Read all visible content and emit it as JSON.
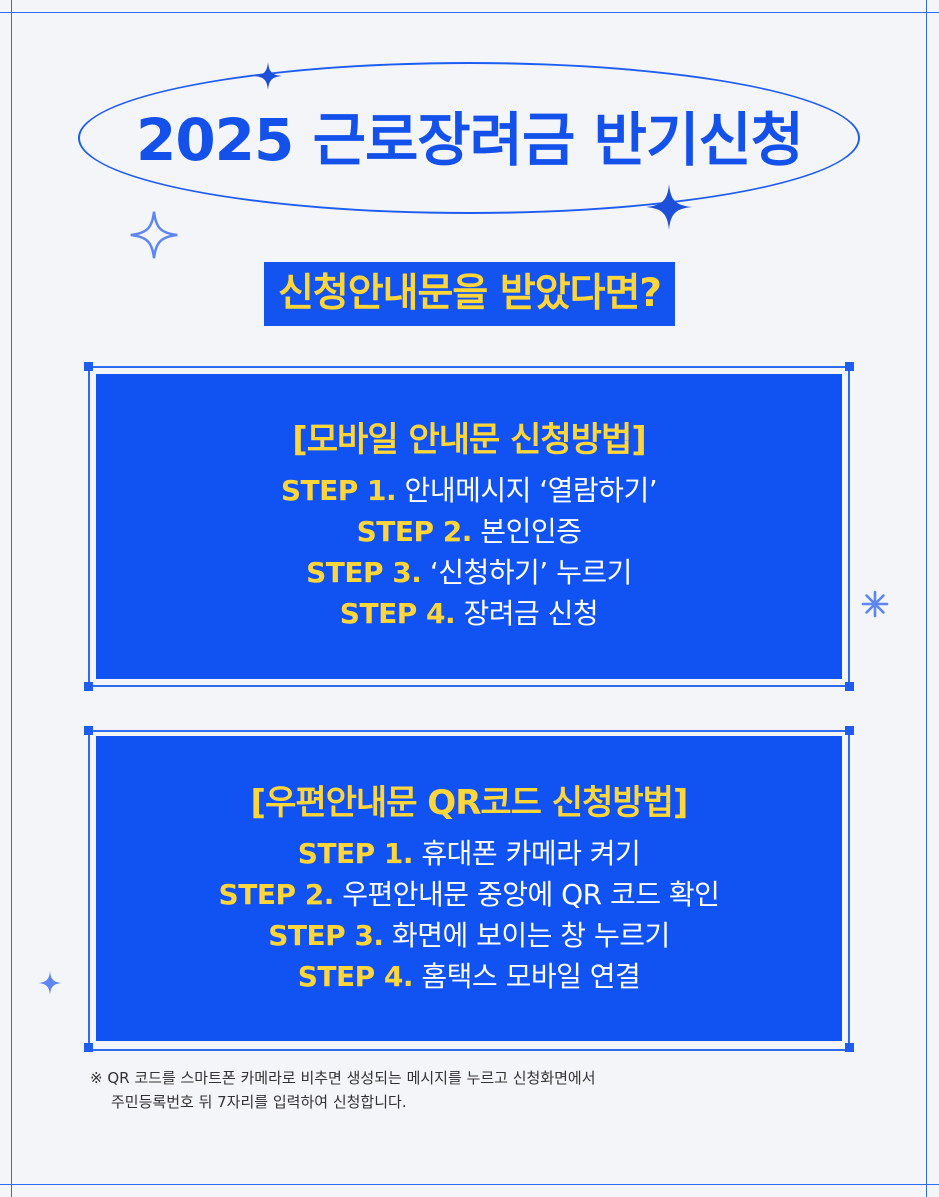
{
  "title": "2025 근로장려금 반기신청",
  "subtitle": "신청안내문을 받았다면?",
  "mobile": {
    "heading": "[모바일 안내문 신청방법]",
    "steps": [
      {
        "label": "STEP 1.",
        "text": " 안내메시지 ‘열람하기’"
      },
      {
        "label": "STEP 2.",
        "text": " 본인인증"
      },
      {
        "label": "STEP 3.",
        "text": " ‘신청하기’ 누르기"
      },
      {
        "label": "STEP 4.",
        "text": " 장려금 신청"
      }
    ]
  },
  "postal": {
    "heading": "[우편안내문 QR코드 신청방법]",
    "steps": [
      {
        "label": "STEP 1.",
        "text": " 휴대폰 카메라 켜기"
      },
      {
        "label": "STEP 2.",
        "text": " 우편안내문 중앙에 QR 코드 확인"
      },
      {
        "label": "STEP 3.",
        "text": " 화면에 보이는 창 누르기"
      },
      {
        "label": "STEP 4.",
        "text": " 홈택스 모바일 연결"
      }
    ]
  },
  "note": {
    "line1": "※ QR 코드를 스마트폰 카메라로 비추면 생성되는 메시지를 누르고 신청화면에서",
    "line2": "주민등록번호 뒤 7자리를 입력하여 신청합니다."
  },
  "colors": {
    "accent_blue": "#1152f3",
    "accent_yellow": "#ffd63a",
    "background": "#f4f5f8"
  },
  "icons": [
    "sparkle-icon",
    "asterisk-icon"
  ]
}
